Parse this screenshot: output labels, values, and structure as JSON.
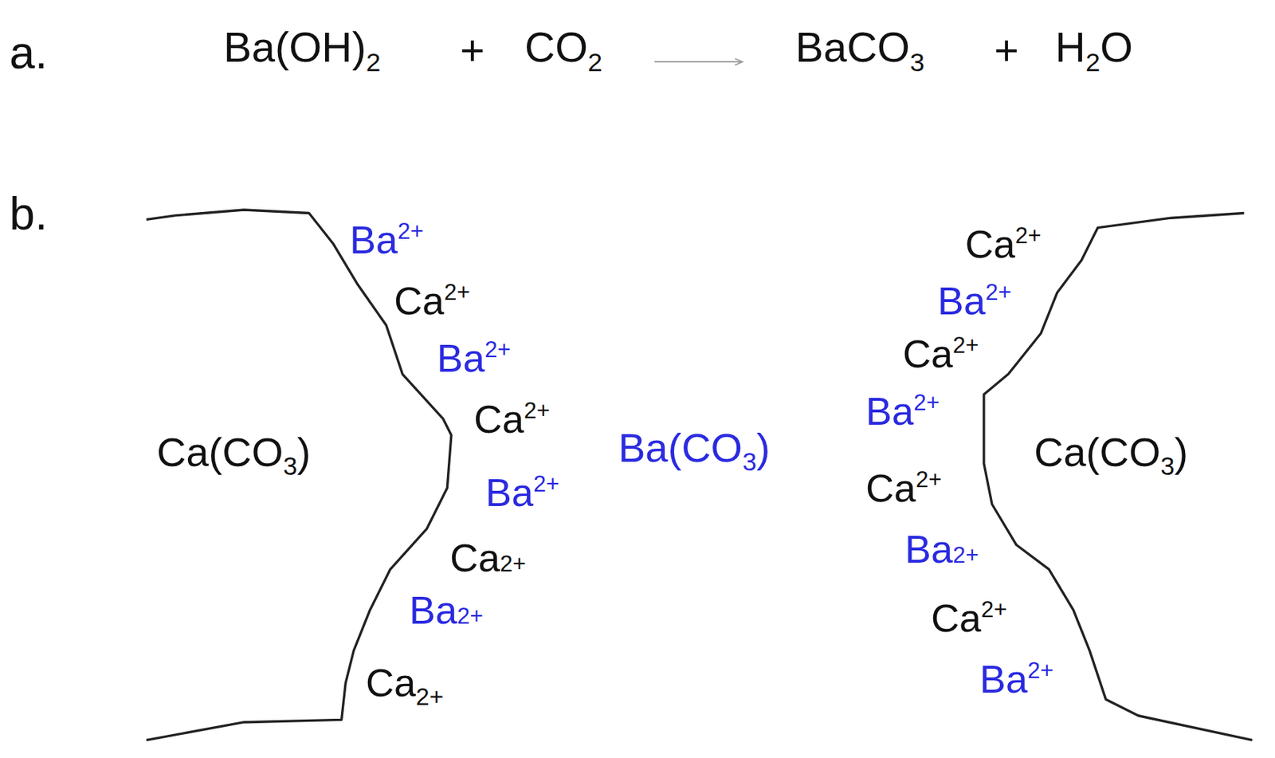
{
  "diagram": {
    "labels": [
      "a.",
      "Ba(OH)",
      "2",
      "+",
      "CO",
      "2",
      "BaCO",
      "3",
      "+",
      "H",
      "2",
      "O",
      "b.",
      "Ba",
      "2+",
      "Ca",
      "2+",
      "Ba",
      "2+",
      "Ca",
      "2+",
      "Ba",
      "2+",
      "Ca",
      "2+",
      "Ba",
      "2+",
      "Ca",
      "2+",
      "Ca(CO",
      "3",
      ")",
      "Ba(CO",
      "3",
      ")",
      "Ca",
      "2+",
      "Ba",
      "2+",
      "Ca",
      "2+",
      "Ba",
      "2+",
      "Ca",
      "2+",
      "Ba",
      "2+",
      "Ca",
      "2+",
      "Ba",
      "2+",
      "Ca(CO",
      "3",
      ")"
    ]
  }
}
